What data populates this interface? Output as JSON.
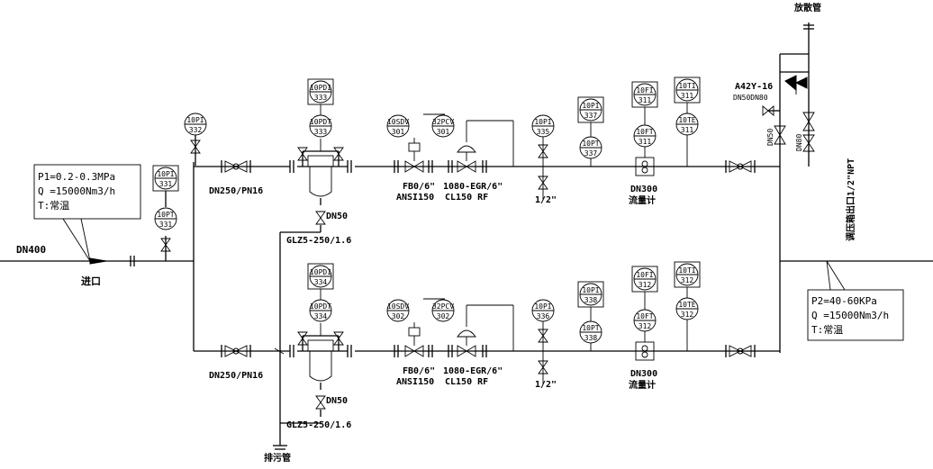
{
  "inlet": {
    "pipe_label": "DN400",
    "name": "进口",
    "note": [
      "P1=0.2-0.3MPa",
      "Q =15000Nm3/h",
      "T:常温"
    ]
  },
  "outlet": {
    "note": [
      "P2=40-60KPa",
      "Q =15000Nm3/h",
      "T:常温"
    ],
    "vertical_label": "调压箱出口1/2\"NPT"
  },
  "header_instruments": {
    "pi": [
      "10PI",
      "332"
    ],
    "pi_box": [
      "10PI",
      "331"
    ],
    "pt": [
      "10PT",
      "331"
    ]
  },
  "lines": [
    {
      "branch_pipe": "DN250/PN16",
      "filter_drain": "DN50",
      "filter_model": "GLZ5-250/1.6",
      "pdi_box": [
        "10PDI",
        "333"
      ],
      "pdt": [
        "10PDT",
        "333"
      ],
      "sdv": [
        "10SDV",
        "301"
      ],
      "pcv": [
        "32PCV",
        "301"
      ],
      "valve_spec1": [
        "FB0/6\"",
        "ANSI150"
      ],
      "valve_spec2": [
        "1080-EGR/6\"",
        "CL150 RF"
      ],
      "pi": [
        "10PI",
        "335"
      ],
      "vent": "1/2\"",
      "pi_box": [
        "10PI",
        "337"
      ],
      "pt": [
        "10PT",
        "337"
      ],
      "fi_box": [
        "10FI",
        "311"
      ],
      "ft": [
        "10FT",
        "311"
      ],
      "ti_box": [
        "10TI",
        "311"
      ],
      "te": [
        "10TE",
        "311"
      ],
      "meter": [
        "DN300",
        "流量计"
      ]
    },
    {
      "branch_pipe": "DN250/PN16",
      "filter_drain": "DN50",
      "filter_model": "GLZ5-250/1.6",
      "pdi_box": [
        "10PDI",
        "334"
      ],
      "pdt": [
        "10PDT",
        "334"
      ],
      "sdv": [
        "10SDV",
        "302"
      ],
      "pcv": [
        "32PCV",
        "302"
      ],
      "valve_spec1": [
        "FB0/6\"",
        "ANSI150"
      ],
      "valve_spec2": [
        "1080-EGR/6\"",
        "CL150 RF"
      ],
      "pi": [
        "10PI",
        "336"
      ],
      "vent": "1/2\"",
      "pi_box": [
        "10PI",
        "338"
      ],
      "pt": [
        "10PT",
        "338"
      ],
      "fi_box": [
        "10FI",
        "312"
      ],
      "ft": [
        "10FT",
        "312"
      ],
      "ti_box": [
        "10TI",
        "312"
      ],
      "te": [
        "10TE",
        "312"
      ],
      "meter": [
        "DN300",
        "流量计"
      ]
    }
  ],
  "relief": {
    "valve": "A42Y-16",
    "valve_sub": "DN50DN80",
    "pipe_a": "DN50",
    "pipe_b": "DN80",
    "vent_top": "放散管"
  },
  "drain_bottom": "排污管"
}
